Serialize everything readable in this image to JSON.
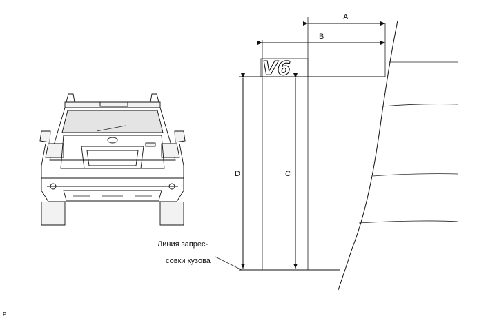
{
  "diagram": {
    "emblem_text": "V6",
    "dimension_labels": {
      "a": "A",
      "b": "B",
      "c": "C",
      "d": "D"
    },
    "reference_note": {
      "line1": "Линия запрес-",
      "line2": "совки кузова"
    },
    "page_code": "P"
  }
}
